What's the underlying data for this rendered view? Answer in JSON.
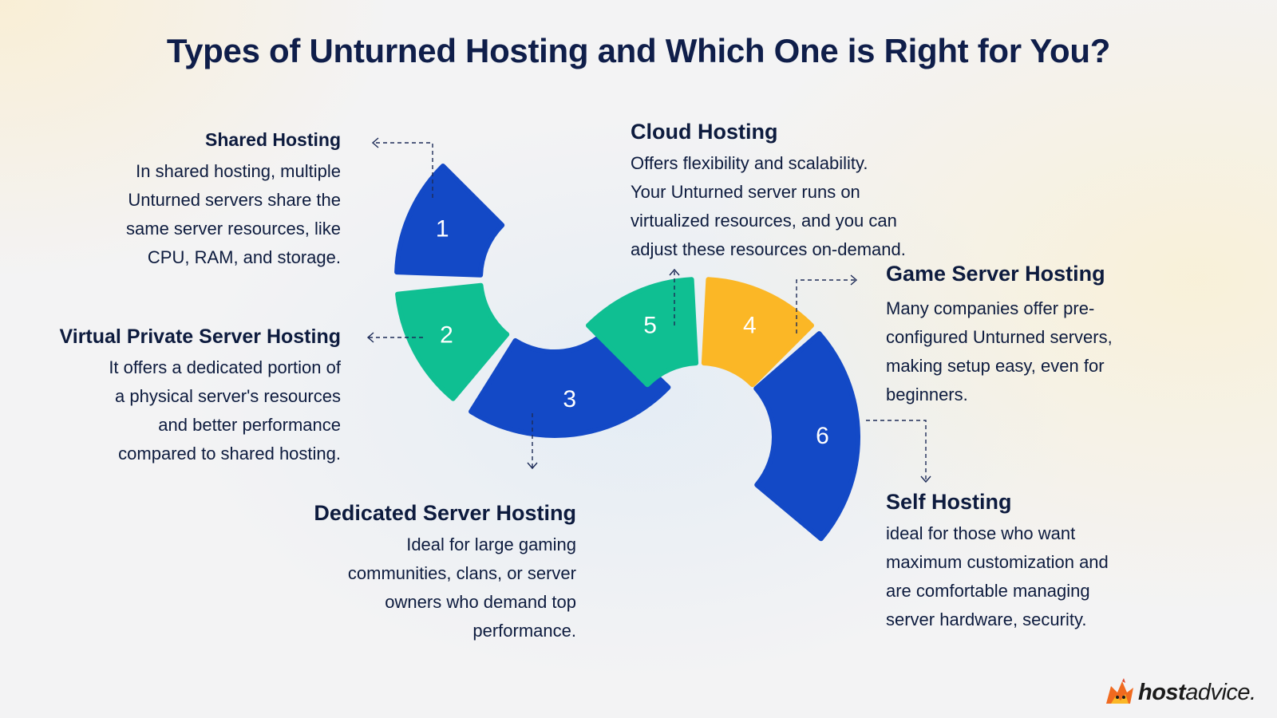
{
  "title": "Types of Unturned Hosting and Which One is Right for You?",
  "colors": {
    "blue": "#1349c6",
    "green": "#0fbf92",
    "yellow": "#fbb726",
    "text": "#0f1e4a"
  },
  "segments": [
    {
      "number": "1",
      "color": "#1349c6"
    },
    {
      "number": "2",
      "color": "#0fbf92"
    },
    {
      "number": "3",
      "color": "#1349c6"
    },
    {
      "number": "4",
      "color": "#fbb726"
    },
    {
      "number": "5",
      "color": "#0fbf92"
    },
    {
      "number": "6",
      "color": "#1349c6"
    }
  ],
  "types": {
    "shared": {
      "heading": "Shared Hosting",
      "lines": [
        "In shared hosting, multiple",
        "Unturned servers share the",
        "same server resources, like",
        "CPU, RAM, and storage. "
      ]
    },
    "vps": {
      "heading": "Virtual Private Server Hosting",
      "lines": [
        "It offers a dedicated portion of",
        "a physical server's resources",
        "and better performance",
        "compared to shared hosting."
      ]
    },
    "dedicated": {
      "heading": "Dedicated Server Hosting",
      "lines": [
        "Ideal for large gaming",
        "communities, clans, or server",
        "owners who demand top",
        "performance."
      ]
    },
    "cloud": {
      "heading": "Cloud Hosting",
      "lines": [
        "Offers flexibility and scalability.",
        "Your Unturned server runs on",
        "virtualized resources, and you can",
        "adjust these resources on-demand."
      ]
    },
    "game": {
      "heading": "Game Server Hosting",
      "lines": [
        "Many companies offer pre-",
        "configured Unturned servers,",
        "making setup easy, even for",
        "beginners."
      ]
    },
    "self": {
      "heading": "Self Hosting",
      "lines": [
        "ideal for those who want",
        "maximum customization and",
        "are comfortable managing",
        "server hardware, security."
      ]
    }
  },
  "brand": {
    "logo_bold": "host",
    "logo_light": "advice."
  }
}
